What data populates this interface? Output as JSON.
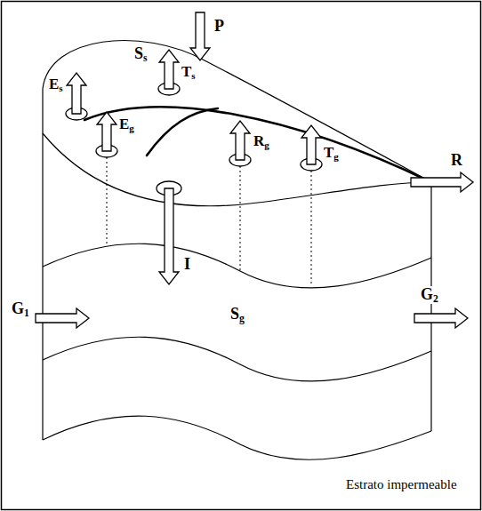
{
  "diagram": {
    "labels": [
      "P",
      "Ss",
      "Es",
      "Ts",
      "Eg",
      "Rg",
      "Tg",
      "R",
      "I",
      "G1",
      "G2",
      "Sg",
      "Estrato impermeable"
    ]
  }
}
